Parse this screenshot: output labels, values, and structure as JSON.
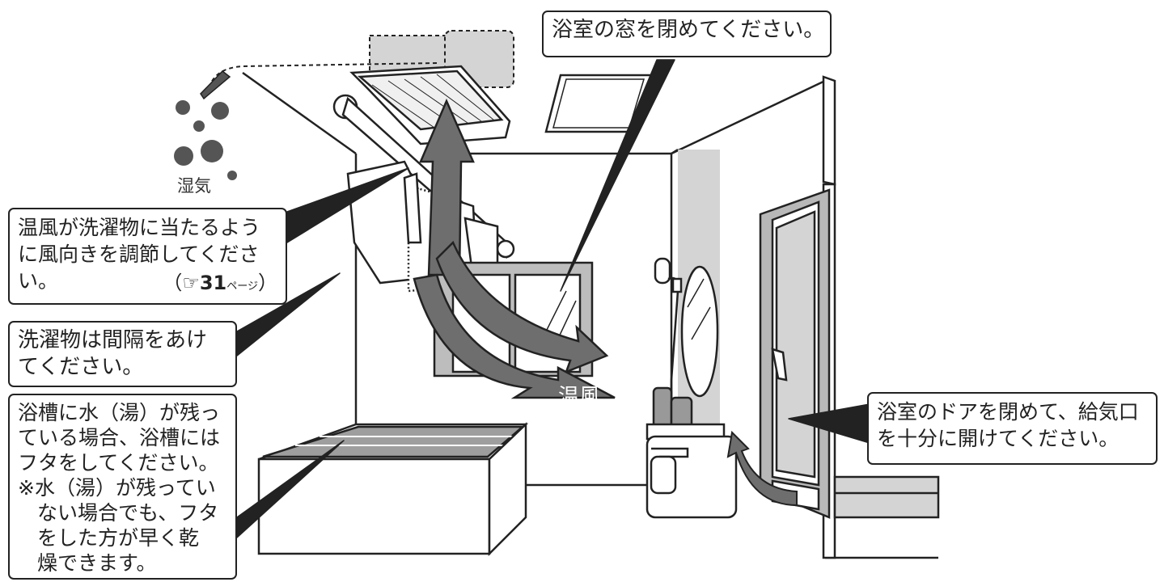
{
  "labels": {
    "steam": "湿気",
    "warm_air": "温風"
  },
  "callouts": {
    "window": {
      "lines": [
        "浴室の窓を閉めてください。"
      ]
    },
    "airflow": {
      "lines": [
        "温風が洗濯物に当たるよう",
        "に風向きを調節してくださ",
        "い。"
      ],
      "ref_open": "（",
      "ref_icon": "☞",
      "ref_page": "31",
      "ref_unit": "ページ",
      "ref_close": "）"
    },
    "spacing": {
      "lines": [
        "洗濯物は間隔をあけ",
        "てください。"
      ]
    },
    "tub": {
      "lines": [
        "浴槽に水（湯）が残っ",
        "ている場合、浴槽には",
        "フタをしてください。",
        "※水（湯）が残ってい"
      ],
      "indent_lines": [
        "ない場合でも、フタ",
        "をした方が早く乾",
        "燥できます。"
      ]
    },
    "door": {
      "lines": [
        "浴室のドアを閉めて、給気口",
        "を十分に開けてください。"
      ]
    }
  },
  "colors": {
    "stroke": "#222222",
    "arrow_gray": "#777777",
    "light_gray": "#d4d4d4",
    "mid_gray": "#b5b5b5"
  }
}
